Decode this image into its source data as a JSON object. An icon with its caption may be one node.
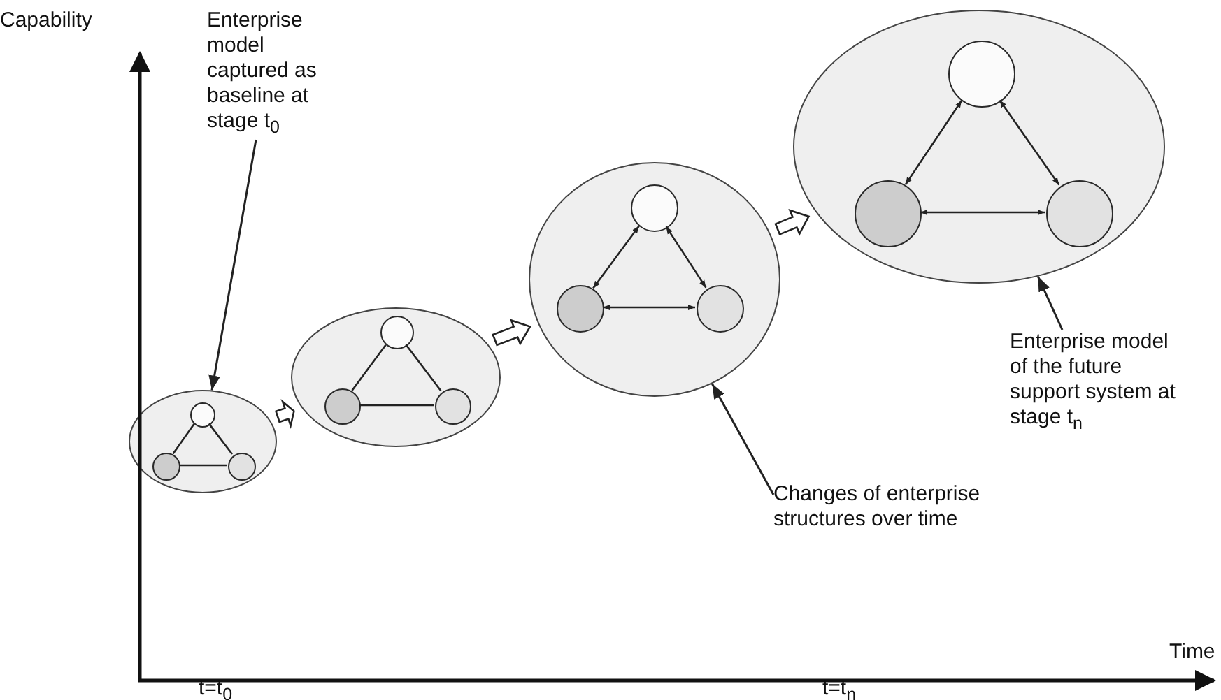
{
  "diagram": {
    "nodes": [
      {
        "text": [],
        "shape": "ellipse"
      },
      {
        "text": [],
        "shape": "circle",
        "in": 0
      },
      {
        "text": [],
        "shape": "circle",
        "in": 0
      },
      {
        "text": [],
        "shape": "circle",
        "in": 0
      },
      {
        "text": [],
        "shape": "ellipse"
      },
      {
        "text": [],
        "shape": "circle",
        "in": 4
      },
      {
        "text": [],
        "shape": "circle",
        "in": 4
      },
      {
        "text": [],
        "shape": "circle",
        "in": 4
      },
      {
        "text": [],
        "shape": "ellipse"
      },
      {
        "text": [],
        "shape": "circle",
        "in": 8
      },
      {
        "text": [],
        "shape": "circle",
        "in": 8
      },
      {
        "text": [],
        "shape": "circle",
        "in": 8
      },
      {
        "text": [],
        "shape": "ellipse"
      },
      {
        "text": [],
        "shape": "circle",
        "in": 12
      },
      {
        "text": [],
        "shape": "circle",
        "in": 12
      },
      {
        "text": [],
        "shape": "circle",
        "in": 12
      },
      {
        "text": [
          "Enterprise model captured as baseline at stage t$_{0}$"
        ]
      },
      {
        "text": [
          "Changes of enterprise structures over time"
        ]
      },
      {
        "text": [
          "Enterprise model of the future support system at stage t$_{n}$"
        ]
      }
    ],
    "edges": [
      {
        "from": 1,
        "to": 2,
        "arrow": "none"
      },
      {
        "from": 1,
        "to": 3,
        "arrow": "none"
      },
      {
        "from": 2,
        "to": 3,
        "arrow": "none"
      },
      {
        "from": 5,
        "to": 6,
        "arrow": "none"
      },
      {
        "from": 5,
        "to": 7,
        "arrow": "none"
      },
      {
        "from": 6,
        "to": 7,
        "arrow": "none"
      },
      {
        "from": 9,
        "to": 10,
        "arrow": "both"
      },
      {
        "from": 9,
        "to": 11,
        "arrow": "both"
      },
      {
        "from": 10,
        "to": 11,
        "arrow": "both"
      },
      {
        "from": 13,
        "to": 14,
        "arrow": "both"
      },
      {
        "from": 13,
        "to": 15,
        "arrow": "both"
      },
      {
        "from": 14,
        "to": 15,
        "arrow": "both"
      },
      {
        "from": 0,
        "to": 4,
        "arrow": "to",
        "style": "thick"
      },
      {
        "from": 4,
        "to": 8,
        "arrow": "to",
        "style": "thick"
      },
      {
        "from": 8,
        "to": 12,
        "arrow": "to",
        "style": "thick"
      },
      {
        "from": 16,
        "to": 0,
        "arrow": "to"
      },
      {
        "from": 17,
        "to": 8,
        "arrow": "to"
      },
      {
        "from": 18,
        "to": 12,
        "arrow": "to"
      }
    ],
    "labels": [
      "Capability",
      "Time",
      "t=t$_{0}$",
      "t=t$_{n}$"
    ]
  }
}
